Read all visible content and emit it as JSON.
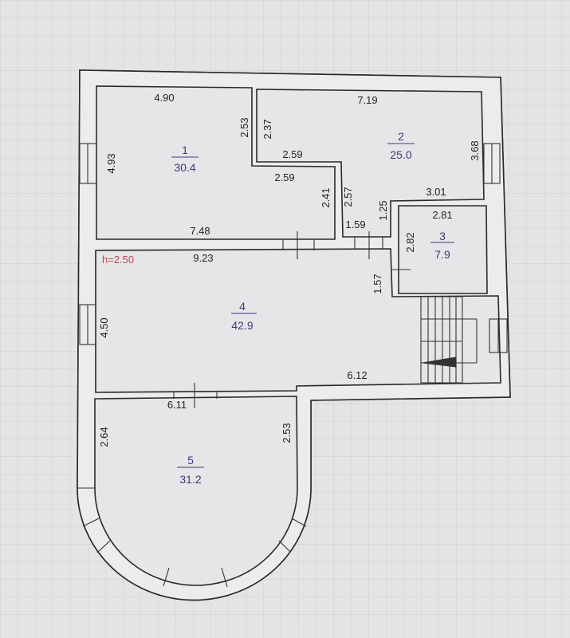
{
  "plan": {
    "ceiling_height": "h=2.50",
    "colors": {
      "area": "#3a3a7a",
      "height": "#c0444c",
      "wall": "#2a2a2a",
      "paper": "#e4e4e6"
    },
    "rooms": [
      {
        "number": "1",
        "area": "30.4"
      },
      {
        "number": "2",
        "area": "25.0"
      },
      {
        "number": "3",
        "area": "7.9"
      },
      {
        "number": "4",
        "area": "42.9"
      },
      {
        "number": "5",
        "area": "31.2"
      }
    ],
    "dimensions": {
      "r1_top": "4.90",
      "r1_left": "4.93",
      "r1_right_upper": "2.53",
      "r1_step": "2.59",
      "r1_right_lower": "2.41",
      "r1_bottom": "7.48",
      "r2_top": "7.19",
      "r2_left_upper": "2.37",
      "r2_step": "2.59",
      "r2_right": "3.68",
      "r2_corridor": "2.57",
      "r2_bottom_right": "3.01",
      "r2_corridor_width": "1.59",
      "r2_notch": "1.25",
      "r3_top": "2.81",
      "r3_left": "2.82",
      "r4_top": "9.23",
      "r4_left": "4.50",
      "r4_notch": "1.57",
      "r4_bottom": "6.12",
      "r4_bottom_left": "6.11",
      "r5_left": "2.64",
      "r5_right": "2.53"
    }
  }
}
